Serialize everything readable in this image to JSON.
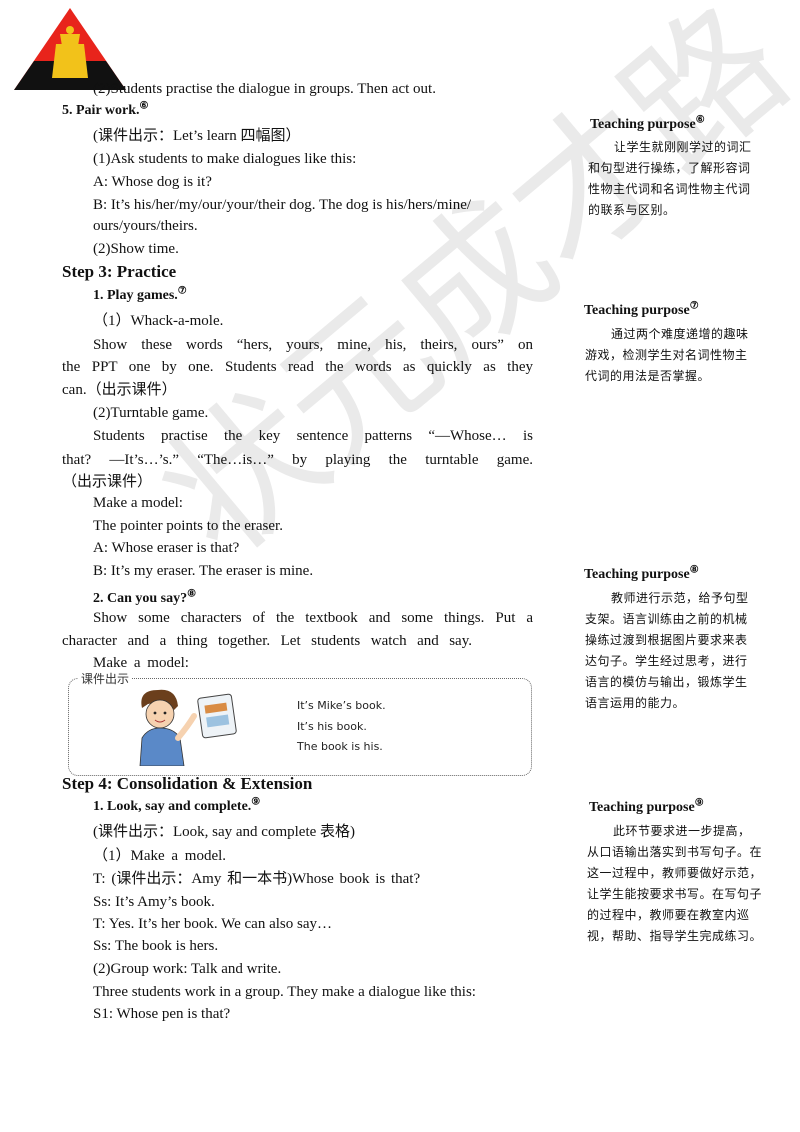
{
  "watermark": "状元成才路",
  "main": {
    "line_top": "(2)Students practise the dialogue in groups. Then act out.",
    "pair_work": {
      "title": "5. Pair work.",
      "sup": "⑥",
      "lines": [
        "(课件出示：Let’s learn 四幅图）",
        "(1)Ask students to make dialogues like this:",
        "A: Whose dog is it?",
        "B: It’s his/her/my/our/your/their dog. The dog is his/hers/mine/",
        "ours/yours/theirs.",
        "(2)Show time."
      ]
    },
    "step3": {
      "title": "Step 3: Practice",
      "play_games_title": "1. Play games.",
      "play_games_sup": "⑦",
      "whack": "（1）Whack-a-mole.",
      "show_words_1": "Show these words “hers, yours, mine, his, theirs, ours” on",
      "show_words_2": "the PPT one by one. Students read the words as quickly as they",
      "show_words_3": "can.（出示课件）",
      "turntable": "(2)Turntable game.",
      "practise_1": "Students practise the key sentence patterns “—Whose… is",
      "practise_2": "that? —It’s…’s.” “The…is…” by playing the turntable game.",
      "practise_3": "（出示课件）",
      "model_lines": [
        "Make a model:",
        "The pointer points to the eraser.",
        "A: Whose eraser is that?",
        "B: It’s my eraser. The eraser is mine."
      ],
      "can_you_say_title": "2. Can you say?",
      "can_you_say_sup": "⑧",
      "show_some_1": "Show some characters of the textbook and some things. Put a",
      "show_some_2": "character and a thing together. Let students watch and say.",
      "make_model": "Make a model:"
    },
    "courseware_box": {
      "label": "课件出示",
      "lines": [
        "It’s Mike’s book.",
        "It’s his book.",
        "The book is his."
      ]
    },
    "step4": {
      "title": "Step 4: Consolidation & Extension",
      "look_say_title": "1. Look, say and complete.",
      "look_say_sup": "⑨",
      "lines": [
        "(课件出示：Look, say and complete 表格)",
        "（1）Make a model.",
        "T: (课件出示：Amy 和一本书)Whose book is that?",
        "Ss: It’s Amy’s book.",
        "T: Yes. It’s her book. We can also say…",
        "Ss: The book is hers.",
        "(2)Group work: Talk and write.",
        "Three students work in a group. They make a dialogue like this:",
        "S1: Whose pen is that?"
      ]
    }
  },
  "side": [
    {
      "heading": "Teaching purpose",
      "sup": "⑥",
      "body": "让学生就刚刚学过的词汇和句型进行操练，了解形容词性物主代词和名词性物主代词的联系与区别。"
    },
    {
      "heading": "Teaching purpose",
      "sup": "⑦",
      "body": "通过两个难度递增的趣味游戏，检测学生对名词性物主代词的用法是否掌握。"
    },
    {
      "heading": "Teaching purpose",
      "sup": "⑧",
      "body": "教师进行示范，给予句型支架。语言训练由之前的机械操练过渡到根据图片要求来表达句子。学生经过思考，进行语言的模仿与输出，锻炼学生语言运用的能力。"
    },
    {
      "heading": "Teaching purpose",
      "sup": "⑨",
      "body": "此环节要求进一步提高，从口语输出落实到书写句子。在这一过程中，教师要做好示范，让学生能按要求书写。在写句子的过程中，教师要在教室内巡视，帮助、指导学生完成练习。"
    }
  ]
}
